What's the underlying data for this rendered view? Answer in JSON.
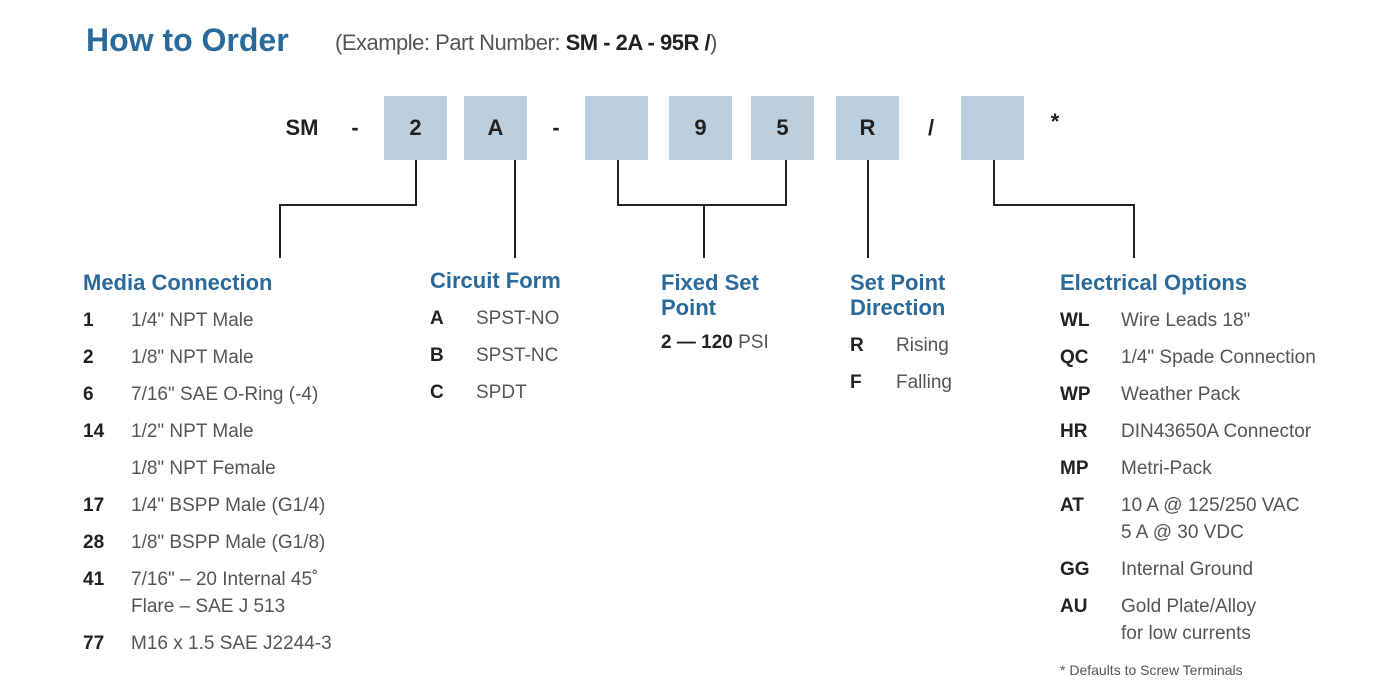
{
  "title": "How to Order",
  "example": {
    "prefix": "(Example: Part Number: ",
    "part": "SM - 2A - 95R /",
    "suffix": ")"
  },
  "part_code": {
    "prefix": "SM",
    "sep1": "-",
    "box1": "2",
    "box2": "A",
    "sep2": "-",
    "box3": "",
    "box4": "9",
    "box5": "5",
    "box6": "R",
    "sep3": "/",
    "box7": "",
    "suffix": "*"
  },
  "media_connection": {
    "heading": "Media Connection",
    "items": [
      {
        "code": "1",
        "desc": "1/4\" NPT Male"
      },
      {
        "code": "2",
        "desc": "1/8\" NPT Male"
      },
      {
        "code": "6",
        "desc": "7/16\" SAE O-Ring (-4)"
      },
      {
        "code": "14",
        "desc": "1/2\" NPT Male"
      },
      {
        "code": "",
        "desc": "1/8\" NPT Female"
      },
      {
        "code": "17",
        "desc": "1/4\" BSPP Male (G1/4)"
      },
      {
        "code": "28",
        "desc": "1/8\" BSPP Male (G1/8)"
      },
      {
        "code": "41",
        "desc": "7/16\" – 20 Internal 45˚\nFlare – SAE J 513"
      },
      {
        "code": "77",
        "desc": "M16 x 1.5 SAE J2244-3"
      }
    ]
  },
  "circuit_form": {
    "heading": "Circuit Form",
    "items": [
      {
        "code": "A",
        "desc": "SPST-NO"
      },
      {
        "code": "B",
        "desc": "SPST-NC"
      },
      {
        "code": "C",
        "desc": "SPDT"
      }
    ]
  },
  "fixed_set_point": {
    "heading": "Fixed Set\nPoint",
    "range": "2 — 120",
    "unit": " PSI"
  },
  "set_point_direction": {
    "heading": "Set Point\nDirection",
    "items": [
      {
        "code": "R",
        "desc": "Rising"
      },
      {
        "code": "F",
        "desc": "Falling"
      }
    ]
  },
  "electrical_options": {
    "heading": "Electrical Options",
    "items": [
      {
        "code": "WL",
        "desc": "Wire Leads 18\""
      },
      {
        "code": "QC",
        "desc": "1/4\" Spade Connection"
      },
      {
        "code": "WP",
        "desc": "Weather Pack"
      },
      {
        "code": "HR",
        "desc": "DIN43650A Connector"
      },
      {
        "code": "MP",
        "desc": "Metri-Pack"
      },
      {
        "code": "AT",
        "desc": "10 A @ 125/250 VAC\n5 A @ 30 VDC"
      },
      {
        "code": "GG",
        "desc": "Internal Ground"
      },
      {
        "code": "AU",
        "desc": "Gold Plate/Alloy\nfor low currents"
      }
    ],
    "footnote": "* Defaults to Screw Terminals"
  },
  "colors": {
    "heading": "#2a6a9a",
    "box": "#bccfdf",
    "text": "#555555"
  }
}
